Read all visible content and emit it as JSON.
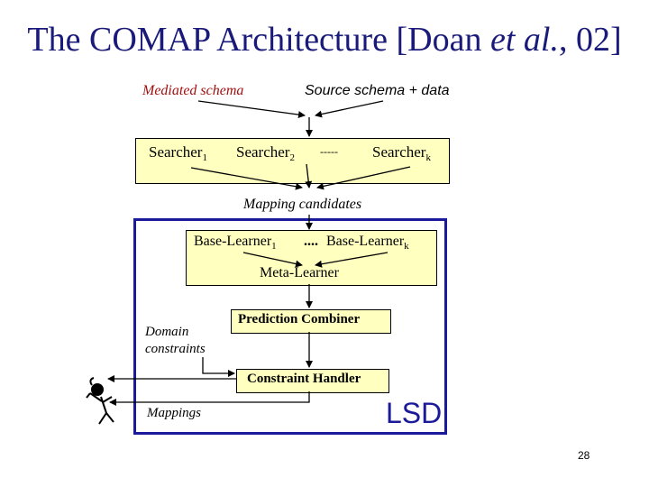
{
  "slide": {
    "title_part1": "The COMAP Architecture [Doan ",
    "title_italic": "et al.",
    "title_part2": ", 02]",
    "page_number": "28"
  },
  "inputs": {
    "mediated_schema": "Mediated schema",
    "source_schema": "Source schema + data"
  },
  "searchers": {
    "searcher1": "Searcher",
    "searcher1_sub": "1",
    "searcher2": "Searcher",
    "searcher2_sub": "2",
    "dots": "-----",
    "searcherk": "Searcher",
    "searcherk_sub": "k"
  },
  "mapping_candidates": "Mapping candidates",
  "lsd": {
    "base_learner1": "Base-Learner",
    "base_learner1_sub": "1",
    "dots": "....",
    "base_learnerk": "Base-Learner",
    "base_learnerk_sub": "k",
    "meta_learner": "Meta-Learner",
    "prediction_combiner": "Prediction Combiner",
    "domain_constraints_line1": "Domain",
    "domain_constraints_line2": "constraints",
    "constraint_handler": "Constraint Handler",
    "mappings": "Mappings",
    "label": "LSD"
  },
  "colors": {
    "title": "#1a1a7a",
    "box_fill": "#ffffc0",
    "frame": "#1a1a9a",
    "mediated_label": "#a01010"
  }
}
